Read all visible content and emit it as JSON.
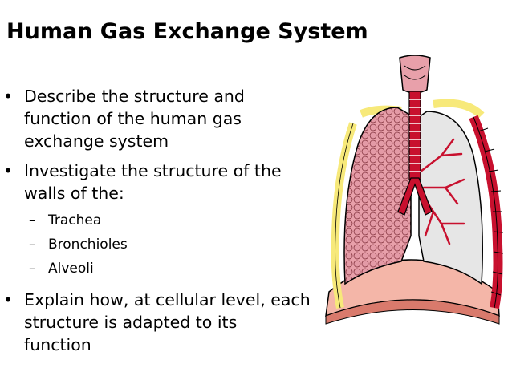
{
  "slide": {
    "title": "Human Gas Exchange System",
    "bullets": [
      {
        "lines": [
          "Describe the structure and",
          "function of the human gas",
          "exchange system"
        ]
      },
      {
        "lines": [
          "Investigate the structure of the",
          "walls of the:"
        ]
      },
      {
        "sub": [
          "Trachea",
          "Bronchioles",
          "Alveoli"
        ]
      },
      {
        "lines": [
          "Explain how, at cellular level, each",
          "structure is adapted to its",
          "function"
        ]
      }
    ],
    "bullet_glyph": "•",
    "sub_glyph": "–"
  },
  "figure": {
    "icon": "lungs-diagram-icon",
    "colors": {
      "trachea": "#c8102e",
      "lung_left": "#e8a0aa",
      "lung_right": "#e6e6e6",
      "ribs": "#c8102e",
      "rib_yellow": "#f7e97a",
      "diaphragm": "#f4b6a8"
    }
  }
}
